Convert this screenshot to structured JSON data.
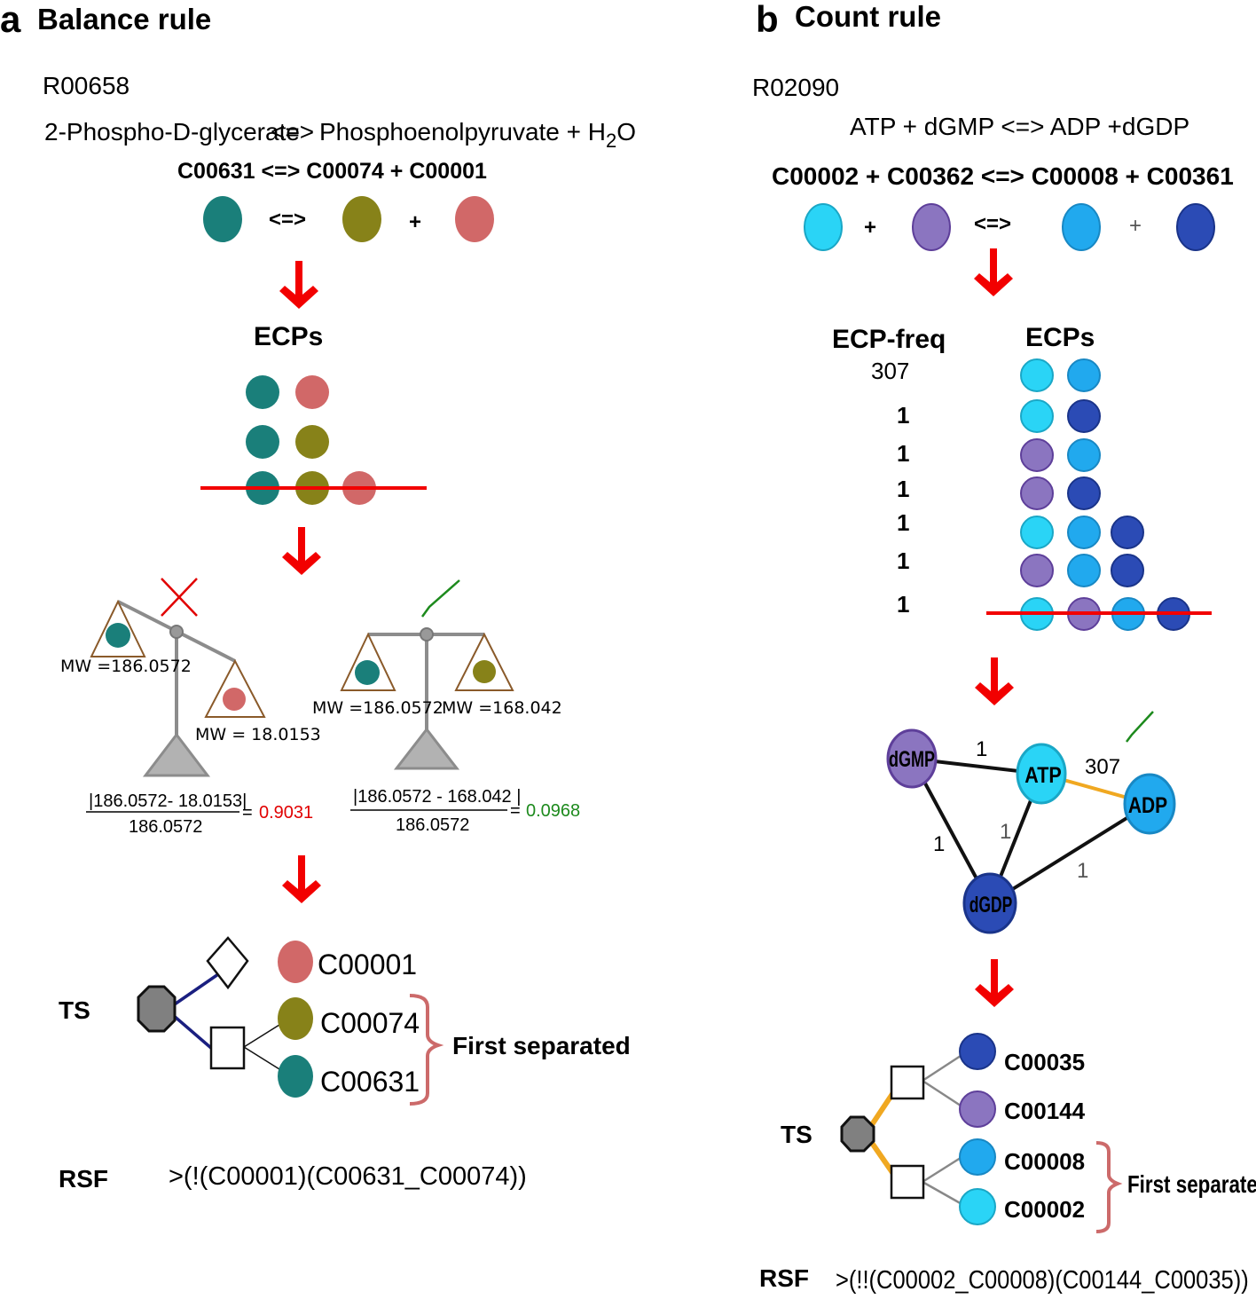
{
  "colors": {
    "C00631": "#1a7f7a",
    "C00074": "#878219",
    "C00001": "#d16868",
    "C00002": "#2ad4f6",
    "C00362": "#8b75c0",
    "C00008": "#21a9ee",
    "C00361": "#2b4bb5",
    "arrow": "#f20000",
    "cut_line": "#f20000",
    "bad": "#e10000",
    "good": "#1d8a1d",
    "orange_edge": "#f0a821",
    "ts_edge_a": "#1a1f80",
    "brace": "#cc6a6a"
  },
  "panel_a": {
    "letter": "a",
    "title": "Balance rule",
    "reaction_id": "R00658",
    "equation_left": "2-Phospho-D-glycerate",
    "equation_op": "<=>",
    "equation_right": "Phosphoenolpyruvate + H",
    "equation_sub": "2",
    "equation_tail": "O",
    "ids_equation": "C00631 <=> C00074 + C00001",
    "sym_eq": "<=>",
    "sym_plus": "+",
    "ecps_header": "ECPs",
    "mw_left_1": "MW =186.0572",
    "mw_right_1": "MW = 18.0153",
    "mw_left_2": "MW =186.0572",
    "mw_right_2": "MW =168.042",
    "frac1_num": "|186.0572- 18.0153|",
    "frac1_den": "186.0572",
    "frac1_eq": "= ",
    "frac1_val": "0.9031",
    "frac2_num": "|186.0572 - 168.042  |",
    "frac2_den": "186.0572",
    "frac2_eq": "= ",
    "frac2_val": "0.0968",
    "ts_label": "TS",
    "leaves": [
      "C00001",
      "C00074",
      "C00631"
    ],
    "first_separated": "First separated",
    "rsf_label": "RSF",
    "rsf_value": ">(!(C00001)(C00631_C00074))"
  },
  "panel_b": {
    "letter": "b",
    "title": "Count rule",
    "reaction_id": "R02090",
    "equation": "ATP + dGMP <=> ADP +dGDP",
    "ids_equation": "C00002 + C00362 <=> C00008 + C00361",
    "sym_plus": "+",
    "sym_eq": "<=>",
    "freq_header": "ECP-freq",
    "ecps_header": "ECPs",
    "freqs": [
      "307",
      "1",
      "1",
      "1",
      "1",
      "1",
      "1"
    ],
    "graph_nodes": [
      "dGMP",
      "ATP",
      "ADP",
      "dGDP"
    ],
    "edge_labels": [
      "1",
      "307",
      "1",
      "1",
      "1"
    ],
    "ts_label": "TS",
    "leaves": [
      "C00035",
      "C00144",
      "C00008",
      "C00002"
    ],
    "first_separated": "First separated",
    "rsf_label": "RSF",
    "rsf_value": ">(!!(C00002_C00008)(C00144_C00035))"
  }
}
